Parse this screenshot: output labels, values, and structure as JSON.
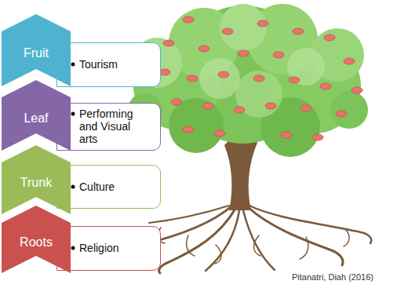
{
  "diagram": {
    "caption": "Pitanatri, Diah (2016)",
    "nodes": [
      {
        "text": [
          "Fruit"
        ]
      },
      {
        "text": [
          "Tourism"
        ]
      },
      {
        "text": [
          "Leaf"
        ]
      },
      {
        "text": [
          "Performing and Visual arts"
        ]
      },
      {
        "text": [
          "Trunk"
        ]
      },
      {
        "text": [
          "Culture"
        ]
      },
      {
        "text": [
          "Roots"
        ]
      },
      {
        "text": [
          "Religion"
        ]
      }
    ]
  }
}
